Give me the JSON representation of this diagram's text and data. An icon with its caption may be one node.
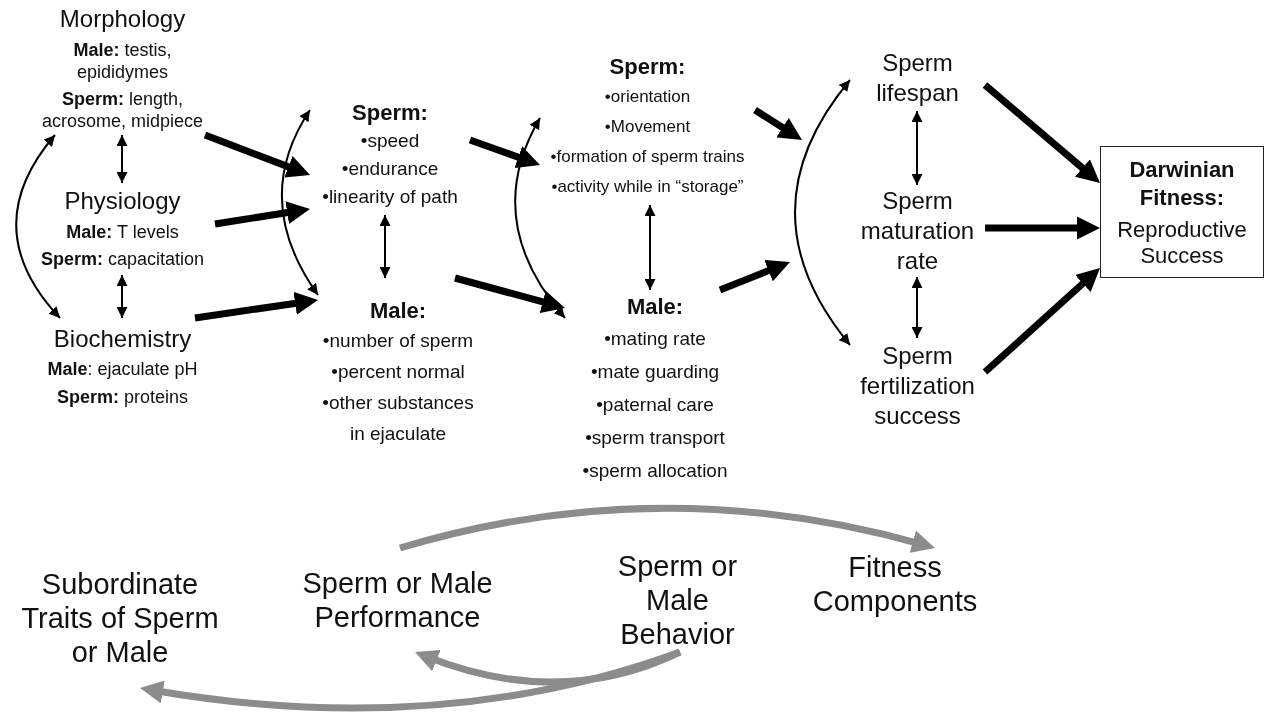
{
  "diagram": {
    "nodes": [
      {
        "text": [
          "Morphology",
          "**Male:** testis, epididymes",
          "**Sperm:** length, acrosome, midpiece"
        ]
      },
      {
        "text": [
          "Physiology",
          "**Male:** T levels",
          "**Sperm:** capacitation"
        ]
      },
      {
        "text": [
          "Biochemistry",
          "**Male**: ejaculate pH",
          "**Sperm:** proteins"
        ]
      },
      {
        "text": [
          "Sperm:",
          "•speed",
          "•endurance",
          "•linearity of path"
        ]
      },
      {
        "text": [
          "Male:",
          "•number of sperm",
          "•percent normal",
          "•other substances in ejaculate"
        ]
      },
      {
        "text": [
          "Sperm:",
          "•orientation",
          "•Movement",
          "•formation of sperm trains",
          "•activity while in “storage”"
        ]
      },
      {
        "text": [
          "Male:",
          "•mating rate",
          "•mate guarding",
          "•paternal care",
          "•sperm transport",
          "•sperm allocation"
        ]
      },
      {
        "text": [
          "Sperm lifespan"
        ]
      },
      {
        "text": [
          "Sperm maturation rate"
        ]
      },
      {
        "text": [
          "Sperm fertilization success"
        ]
      },
      {
        "text": [
          "Darwinian Fitness:",
          "Reproductive Success"
        ]
      },
      {
        "text": [
          "Subordinate Traits of Sperm or Male"
        ]
      },
      {
        "text": [
          "Sperm or Male Performance"
        ]
      },
      {
        "text": [
          "Sperm or Male Behavior"
        ]
      },
      {
        "text": [
          "Fitness Components"
        ]
      }
    ],
    "edges": [
      {
        "from": 0,
        "to": 2,
        "arrow": "both"
      },
      {
        "from": 0,
        "to": 1,
        "arrow": "both"
      },
      {
        "from": 1,
        "to": 2,
        "arrow": "both"
      },
      {
        "from": 0,
        "to": 3,
        "arrow": "to"
      },
      {
        "from": 1,
        "to": 3,
        "arrow": "to"
      },
      {
        "from": 2,
        "to": 4,
        "arrow": "to"
      },
      {
        "from": 3,
        "to": 4,
        "arrow": "both"
      },
      {
        "from": 3,
        "to": 4,
        "arrow": "both"
      },
      {
        "from": 3,
        "to": 5,
        "arrow": "to"
      },
      {
        "from": 4,
        "to": 6,
        "arrow": "to"
      },
      {
        "from": 5,
        "to": 6,
        "arrow": "both"
      },
      {
        "from": 5,
        "to": 6,
        "arrow": "both"
      },
      {
        "from": 5,
        "to": null,
        "arrow": "to"
      },
      {
        "from": 6,
        "to": null,
        "arrow": "to"
      },
      {
        "from": 7,
        "to": 9,
        "arrow": "both"
      },
      {
        "from": 7,
        "to": 8,
        "arrow": "both"
      },
      {
        "from": 8,
        "to": 9,
        "arrow": "both"
      },
      {
        "from": 7,
        "to": 10,
        "arrow": "to"
      },
      {
        "from": 8,
        "to": 10,
        "arrow": "to"
      },
      {
        "from": 9,
        "to": 10,
        "arrow": "to"
      },
      {
        "from": 12,
        "to": 14,
        "arrow": "to",
        "color": "#8c8c8c"
      },
      {
        "from": 13,
        "to": 12,
        "arrow": "to",
        "color": "#8c8c8c"
      },
      {
        "from": 13,
        "to": 11,
        "arrow": "to",
        "color": "#8c8c8c"
      }
    ]
  }
}
